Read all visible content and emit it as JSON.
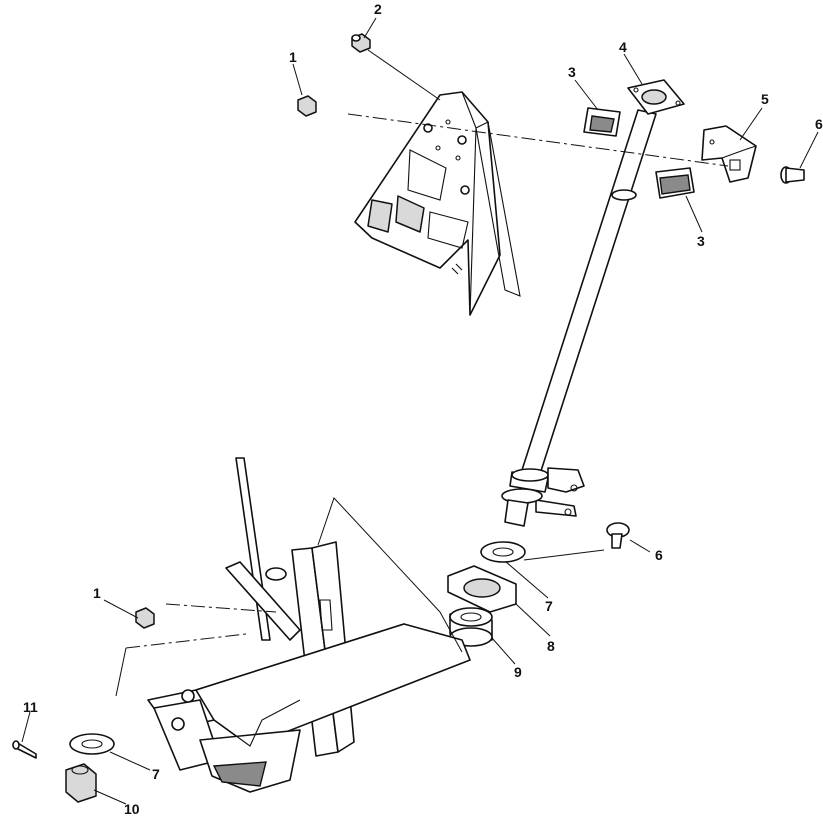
{
  "diagram": {
    "callouts": [
      {
        "id": "c1a",
        "label": "1"
      },
      {
        "id": "c2",
        "label": "2"
      },
      {
        "id": "c3a",
        "label": "3"
      },
      {
        "id": "c4",
        "label": "4"
      },
      {
        "id": "c5",
        "label": "5"
      },
      {
        "id": "c6a",
        "label": "6"
      },
      {
        "id": "c3b",
        "label": "3"
      },
      {
        "id": "c6b",
        "label": "6"
      },
      {
        "id": "c1b",
        "label": "1"
      },
      {
        "id": "c7a",
        "label": "7"
      },
      {
        "id": "c8",
        "label": "8"
      },
      {
        "id": "c9",
        "label": "9"
      },
      {
        "id": "c11",
        "label": "11"
      },
      {
        "id": "c7b",
        "label": "7"
      },
      {
        "id": "c10",
        "label": "10"
      }
    ]
  },
  "colors": {
    "line": "#111111",
    "fill": "#ffffff",
    "shade": "#d9d9d9"
  }
}
